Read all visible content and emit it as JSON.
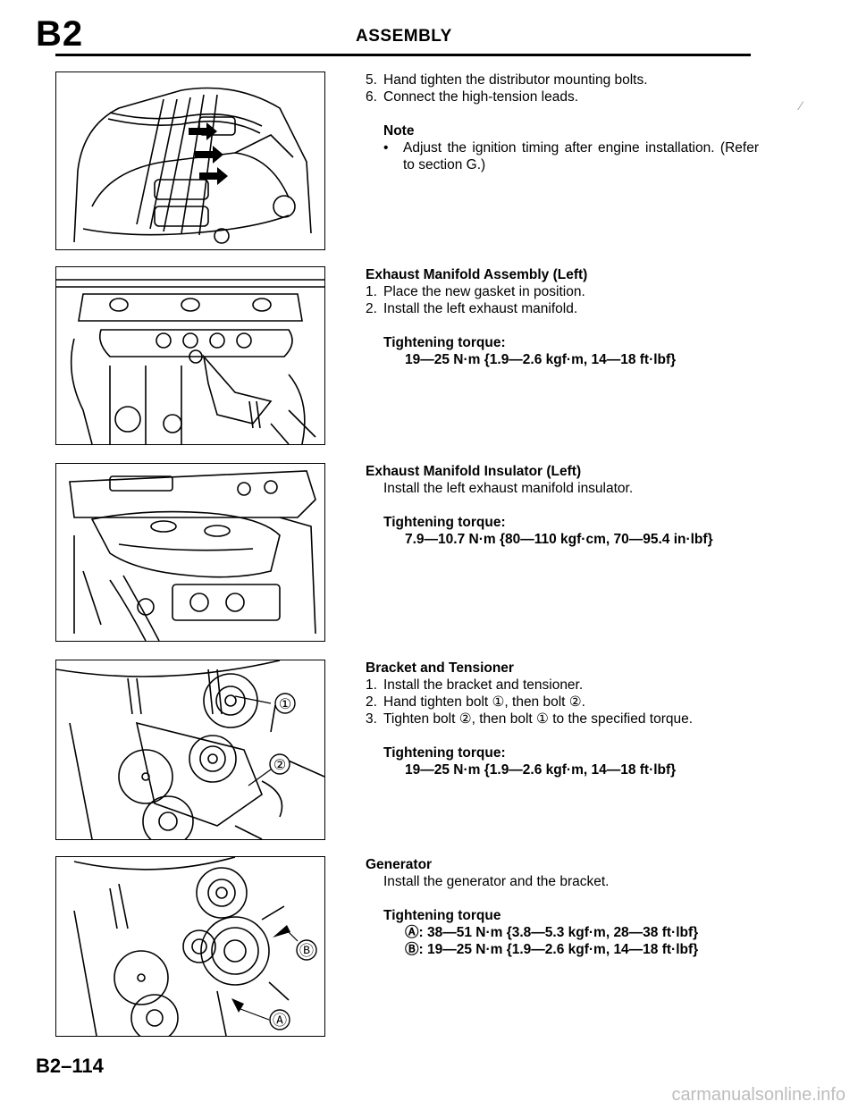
{
  "header": {
    "section_code": "B2",
    "title": "ASSEMBLY"
  },
  "blocks": [
    {
      "steps": [
        {
          "num": "5.",
          "text": "Hand tighten the distributor mounting bolts."
        },
        {
          "num": "6.",
          "text": "Connect the high-tension leads."
        }
      ],
      "note_heading": "Note",
      "note_bullet": "•",
      "note_text": "Adjust the ignition timing after engine installation. (Refer to section G.)"
    },
    {
      "heading": "Exhaust Manifold Assembly (Left)",
      "steps": [
        {
          "num": "1.",
          "text": "Place the new gasket in position."
        },
        {
          "num": "2.",
          "text": "Install the left exhaust manifold."
        }
      ],
      "torque_label": "Tightening torque:",
      "torque_values": [
        "19—25 N·m {1.9—2.6 kgf·m, 14—18 ft·lbf}"
      ]
    },
    {
      "heading": "Exhaust Manifold Insulator (Left)",
      "line": "Install the left exhaust manifold insulator.",
      "torque_label": "Tightening torque:",
      "torque_values": [
        "7.9—10.7 N·m {80—110 kgf·cm, 70—95.4 in·lbf}"
      ]
    },
    {
      "heading": "Bracket and Tensioner",
      "steps": [
        {
          "num": "1.",
          "text": "Install the bracket and tensioner."
        },
        {
          "num": "2.",
          "text": "Hand tighten bolt ①, then bolt ②."
        },
        {
          "num": "3.",
          "text": "Tighten bolt ②, then bolt ① to the specified torque."
        }
      ],
      "torque_label": "Tightening torque:",
      "torque_values": [
        "19—25 N·m {1.9—2.6 kgf·m, 14—18 ft·lbf}"
      ]
    },
    {
      "heading": "Generator",
      "line": "Install the generator and the bracket.",
      "torque_label": "Tightening torque",
      "torque_values": [
        "Ⓐ: 38—51 N·m {3.8—5.3 kgf·m, 28—38 ft·lbf}",
        "Ⓑ: 19—25 N·m {1.9—2.6 kgf·m, 14—18 ft·lbf}"
      ]
    }
  ],
  "figures": {
    "fig4_callouts": [
      "①",
      "②"
    ],
    "fig5_callouts": [
      "Ⓑ",
      "Ⓐ"
    ]
  },
  "footer": {
    "page_number": "B2–114",
    "watermark": "carmanualsonline.info"
  }
}
